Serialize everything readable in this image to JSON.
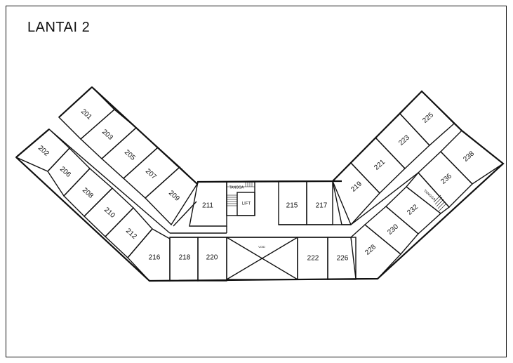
{
  "title": "LANTAI 2",
  "labels": {
    "stairs": "TANGGA",
    "lift": "LIFT",
    "void": "VOID"
  },
  "rooms": [
    {
      "id": "201",
      "label": "201"
    },
    {
      "id": "202",
      "label": "202"
    },
    {
      "id": "203",
      "label": "203"
    },
    {
      "id": "205",
      "label": "205"
    },
    {
      "id": "206",
      "label": "206"
    },
    {
      "id": "207",
      "label": "207"
    },
    {
      "id": "208",
      "label": "208"
    },
    {
      "id": "209",
      "label": "209"
    },
    {
      "id": "210",
      "label": "210"
    },
    {
      "id": "211",
      "label": "211"
    },
    {
      "id": "212",
      "label": "212"
    },
    {
      "id": "215",
      "label": "215"
    },
    {
      "id": "216",
      "label": "216"
    },
    {
      "id": "217",
      "label": "217"
    },
    {
      "id": "218",
      "label": "218"
    },
    {
      "id": "219",
      "label": "219"
    },
    {
      "id": "220",
      "label": "220"
    },
    {
      "id": "221",
      "label": "221"
    },
    {
      "id": "222",
      "label": "222"
    },
    {
      "id": "223",
      "label": "223"
    },
    {
      "id": "225",
      "label": "225"
    },
    {
      "id": "226",
      "label": "226"
    },
    {
      "id": "228",
      "label": "228"
    },
    {
      "id": "230",
      "label": "230"
    },
    {
      "id": "232",
      "label": "232"
    },
    {
      "id": "236",
      "label": "236"
    },
    {
      "id": "238",
      "label": "238"
    }
  ]
}
